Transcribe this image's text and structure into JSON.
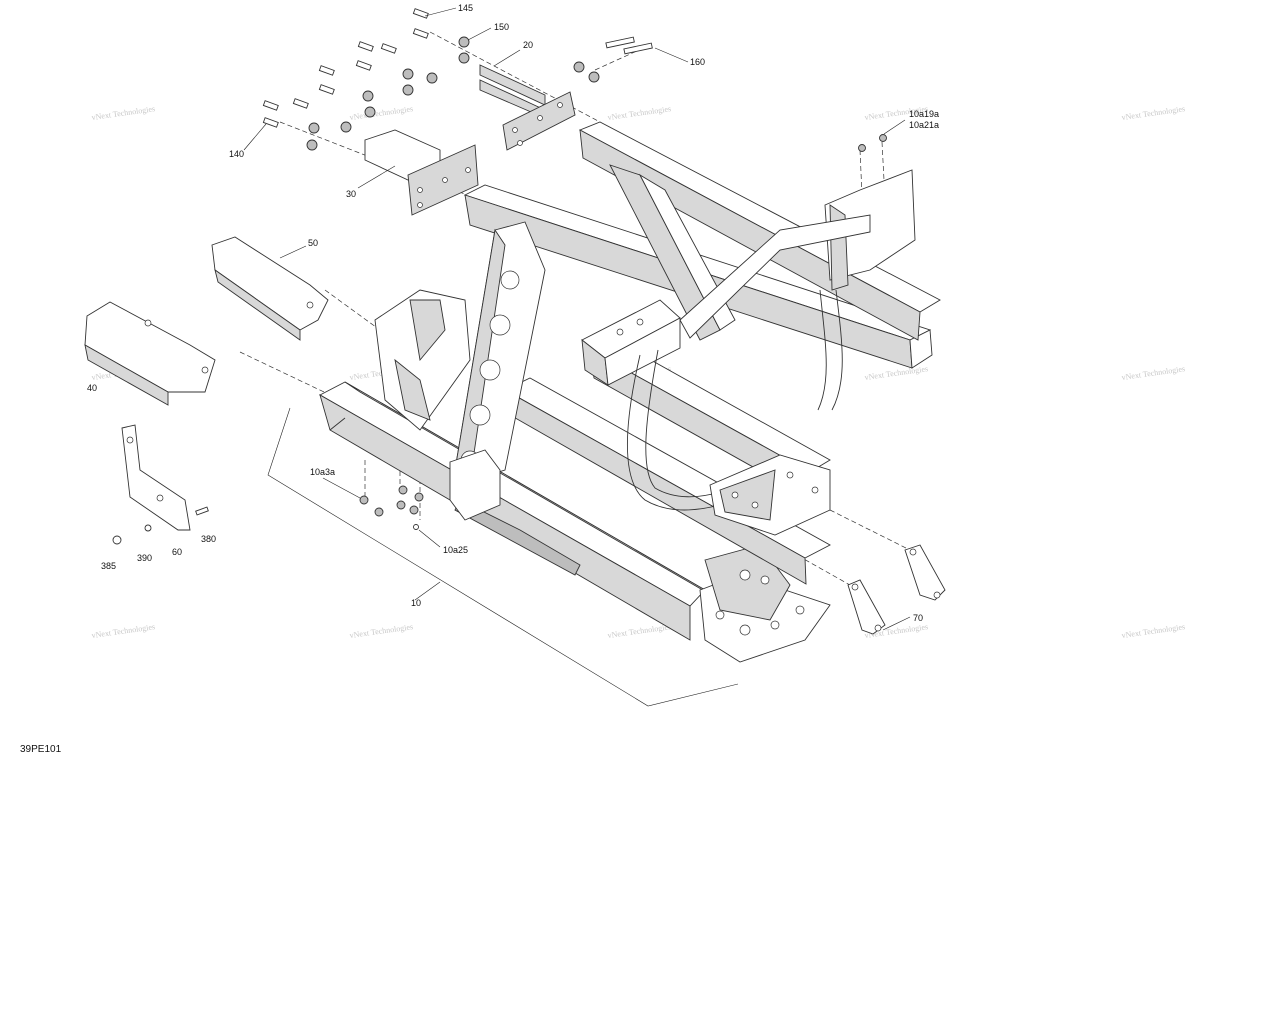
{
  "diagram": {
    "drawing_code": "39PE101",
    "watermark": "vNext Technologies",
    "callouts": [
      {
        "id": "c145",
        "text": "145"
      },
      {
        "id": "c150",
        "text": "150"
      },
      {
        "id": "c20",
        "text": "20"
      },
      {
        "id": "c160",
        "text": "160"
      },
      {
        "id": "c140",
        "text": "140"
      },
      {
        "id": "c30",
        "text": "30"
      },
      {
        "id": "c10a19a",
        "text": "10a19a"
      },
      {
        "id": "c10a21a",
        "text": "10a21a"
      },
      {
        "id": "c50",
        "text": "50"
      },
      {
        "id": "c40",
        "text": "40"
      },
      {
        "id": "c10a3a",
        "text": "10a3a"
      },
      {
        "id": "c60",
        "text": "60"
      },
      {
        "id": "c380",
        "text": "380"
      },
      {
        "id": "c385",
        "text": "385"
      },
      {
        "id": "c390",
        "text": "390"
      },
      {
        "id": "c10a25",
        "text": "10a25"
      },
      {
        "id": "c10",
        "text": "10"
      },
      {
        "id": "c70",
        "text": "70"
      }
    ]
  }
}
